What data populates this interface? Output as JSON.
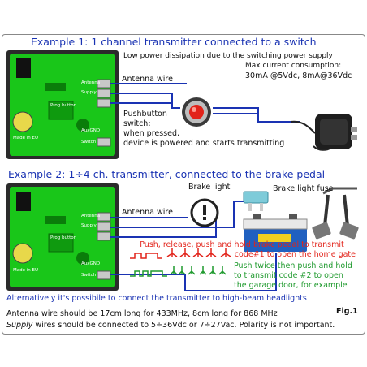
{
  "example1": {
    "title": "Example 1: 1 channel transmitter connected to a switch",
    "power_note": "Low power dissipation due to the switching power supply",
    "current_title": "Max current consumption:",
    "current_values": "30mA @5Vdc, 8mA@36Vdc",
    "antenna_label": "Antenna wire",
    "pushbutton_line1": "Pushbutton",
    "pushbutton_line2": "switch:",
    "pushbutton_line3": "when pressed,",
    "pushbutton_line4": "device is powered and starts transmitting",
    "pcb": {
      "antenna": "Antenna",
      "supply": "Supply",
      "prog_button": "Prog button",
      "auxgnd": "AuxGND",
      "switch": "Switch",
      "made_in": "Made in EU"
    }
  },
  "example2": {
    "title": "Example 2: 1÷4 ch. transmitter, connected to the brake pedal",
    "brake_light": "Brake light",
    "brake_fuse": "Brake light fuse",
    "antenna_label": "Antenna wire",
    "red_line1": "Push, release, push and hold brake pedal to transmit",
    "red_line2": "code#1 to open the home gate",
    "green_line1": "Push twice then push and hold",
    "green_line2": "to transmit code #2 to open",
    "green_line3": "the garage door, for example",
    "alt_note": "Alternatively it's possibile to connect the transmitter to high-beam headlights",
    "pcb": {
      "antenna": "Antenna",
      "supply": "Supply",
      "prog_button": "Prog button",
      "auxgnd": "AuxGND",
      "switch": "Switch",
      "made_in": "Made in EU"
    }
  },
  "footer": {
    "line1": "Antenna wire should be 17cm long for 433MHz, 8cm long for 868 MHz",
    "line2_prefix": "Supply",
    "line2_rest": " wires should be connected to 5÷36Vdc or 7÷27Vac. Polarity is not important.",
    "fig": "Fig.1"
  },
  "colors": {
    "title_blue": "#1a33b3",
    "wire_blue": "#1a33b3",
    "red": "#e2231a",
    "green": "#1f9a2e",
    "pcb_green": "#19c619"
  }
}
